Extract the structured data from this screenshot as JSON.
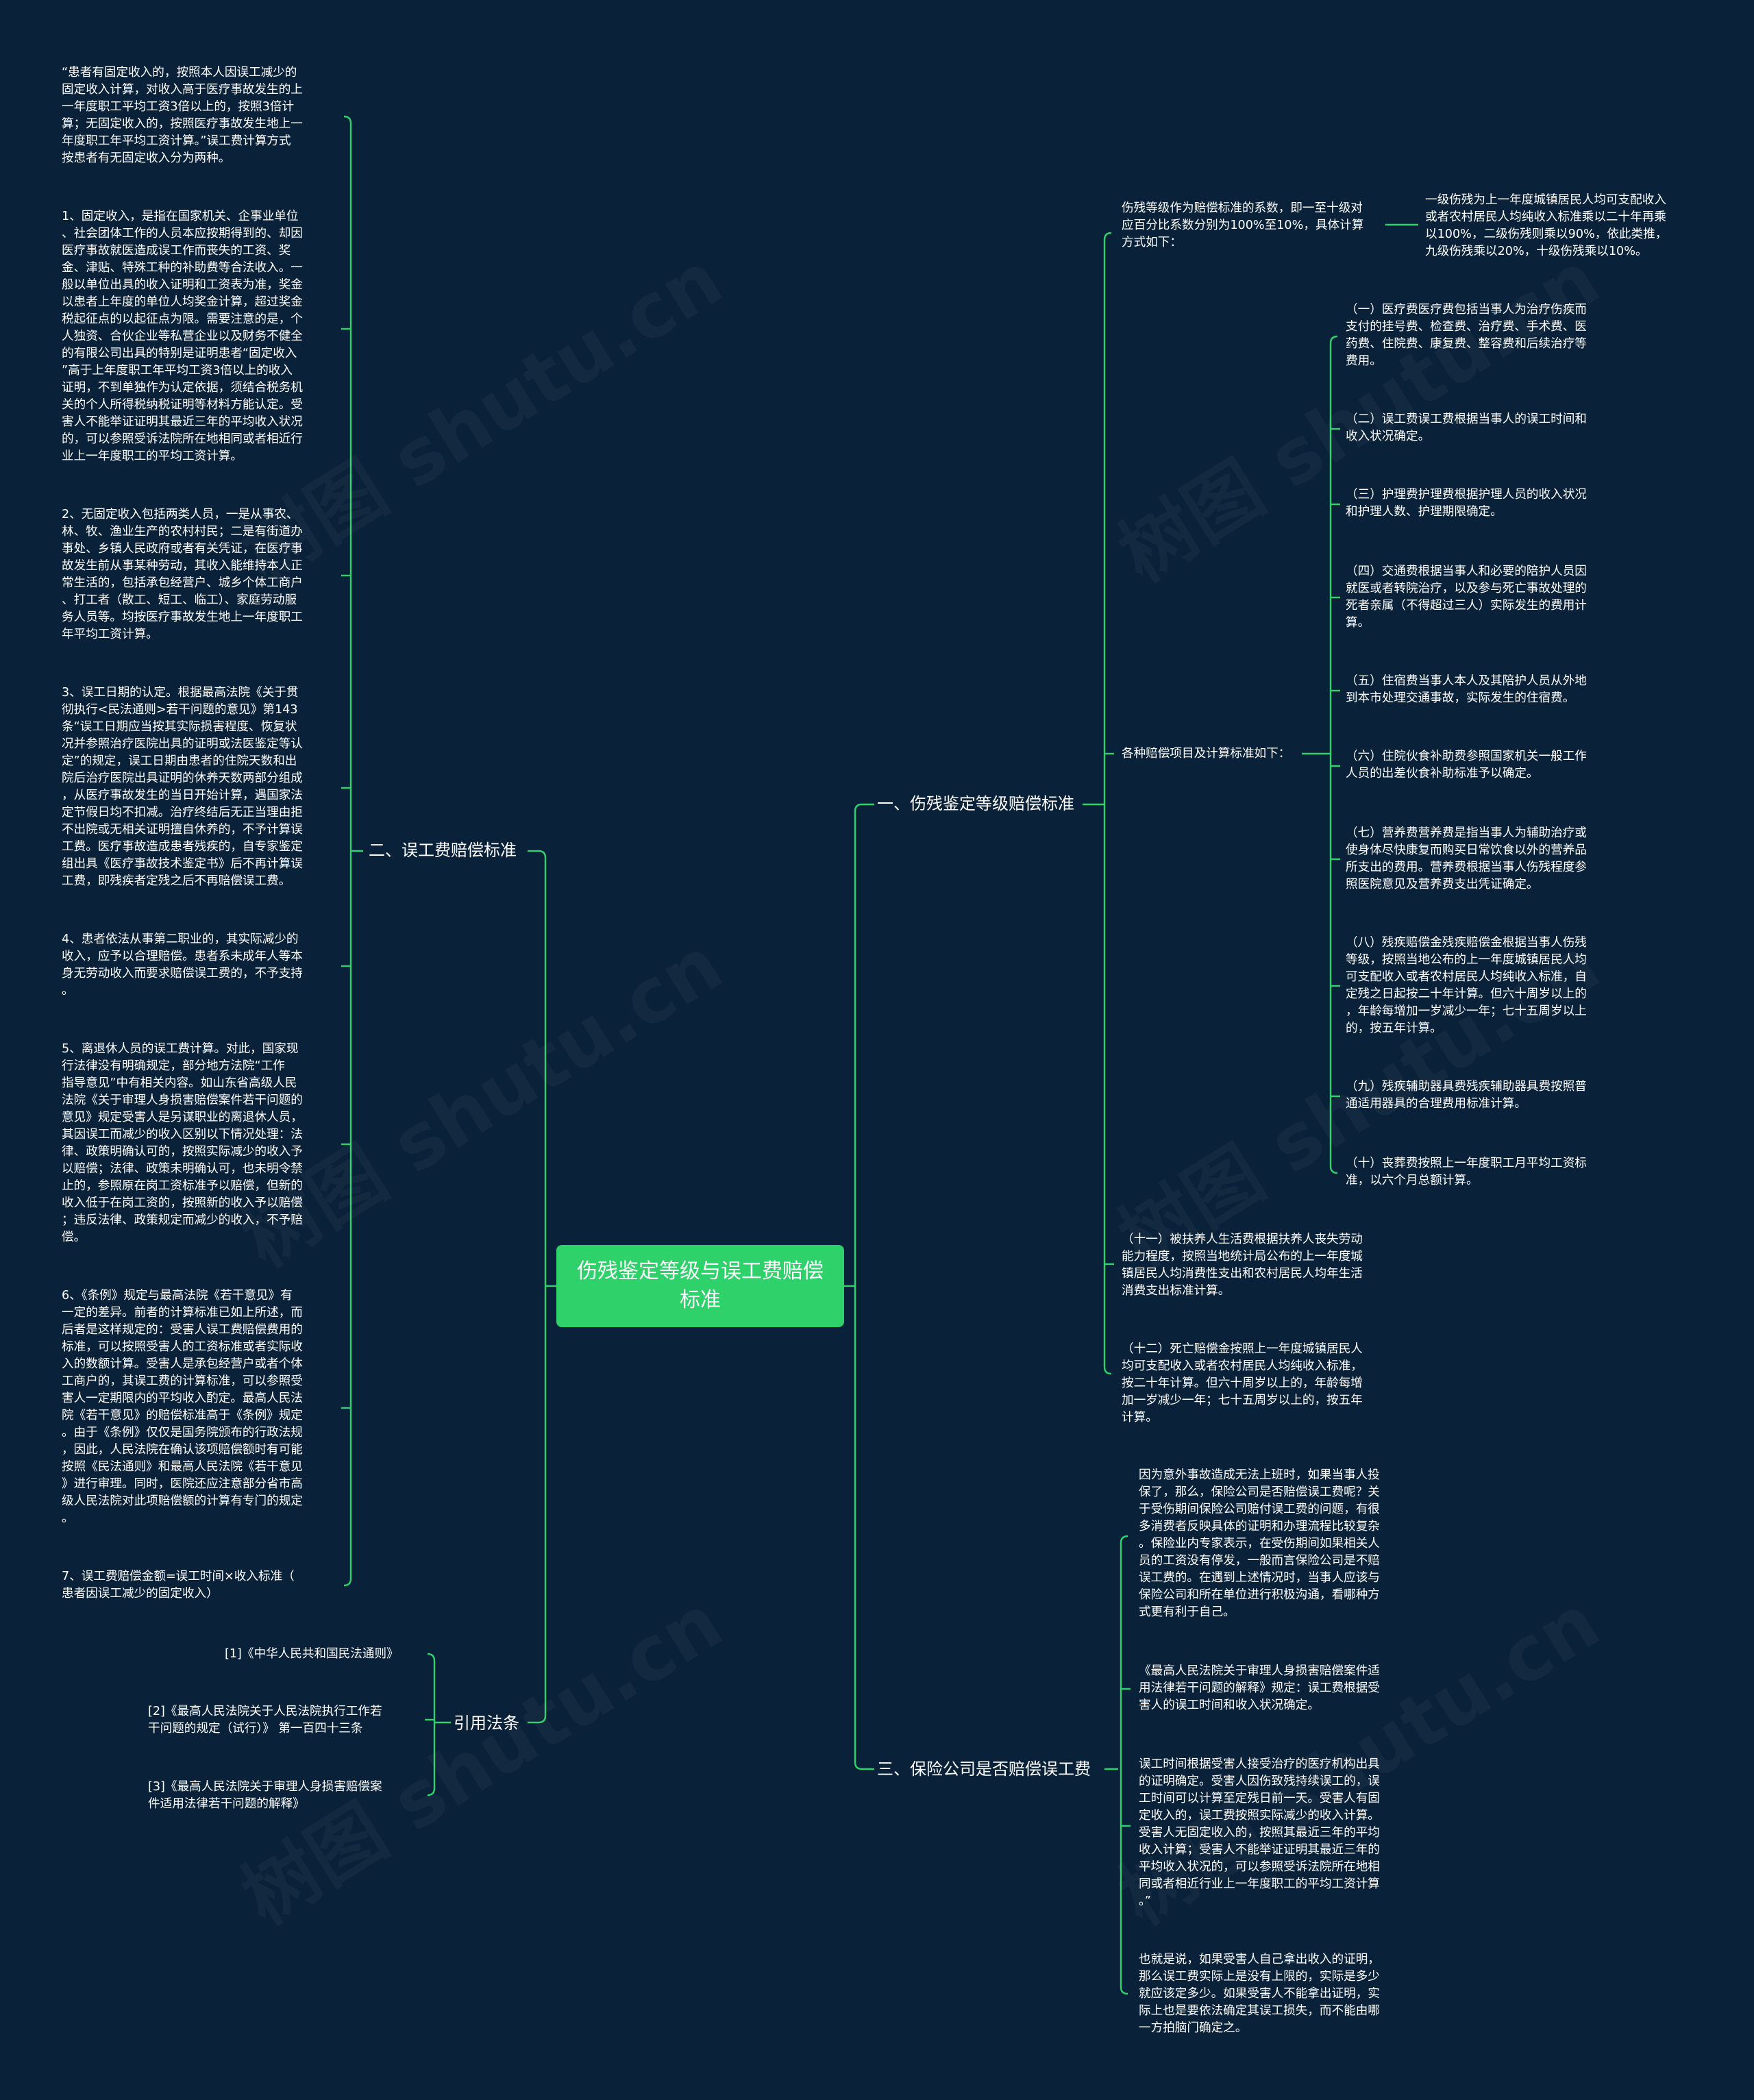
{
  "center": {
    "title": "伤残鉴定等级与误工费赔偿标准"
  },
  "watermark": "树图 shutu.cn",
  "colors": {
    "background": "#0a2239",
    "line": "#2fd16a",
    "center": "#2fd16a",
    "text": "#ffffff"
  },
  "branches": {
    "b1": "一、伤残鉴定等级赔偿标准",
    "b2": "二、误工费赔偿标准",
    "b3": "三、保险公司是否赔偿误工费",
    "b4": "引用法条"
  },
  "b1": {
    "grade": "伤残等级作为赔偿标准的系数，即一至十级对\n应百分比系数分别为100%至10%，具体计算\n方式如下：",
    "grade_detail": "一级伤残为上一年度城镇居民人均可支配收入\n或者农村居民人均纯收入标准乘以二十年再乘\n以100%，二级伤残则乘以90%，依此类推，\n九级伤残乘以20%，十级伤残乘以10%。",
    "items_head": "各种赔偿项目及计算标准如下：",
    "items": [
      "（一）医疗费医疗费包括当事人为治疗伤疾而\n支付的挂号费、检查费、治疗费、手术费、医\n药费、住院费、康复费、整容费和后续治疗等\n费用。",
      "（二）误工费误工费根据当事人的误工时间和\n收入状况确定。",
      "（三）护理费护理费根据护理人员的收入状况\n和护理人数、护理期限确定。",
      "（四）交通费根据当事人和必要的陪护人员因\n就医或者转院治疗，以及参与死亡事故处理的\n死者亲属（不得超过三人）实际发生的费用计\n算。",
      "（五）住宿费当事人本人及其陪护人员从外地\n到本市处理交通事故，实际发生的住宿费。",
      "（六）住院伙食补助费参照国家机关一般工作\n人员的出差伙食补助标准予以确定。",
      "（七）营养费营养费是指当事人为辅助治疗或\n使身体尽快康复而购买日常饮食以外的营养品\n所支出的费用。营养费根据当事人伤残程度参\n照医院意见及营养费支出凭证确定。",
      "（八）残疾赔偿金残疾赔偿金根据当事人伤残\n等级，按照当地公布的上一年度城镇居民人均\n可支配收入或者农村居民人均纯收入标准，自\n定残之日起按二十年计算。但六十周岁以上的\n，年龄每增加一岁减少一年；七十五周岁以上\n的，按五年计算。",
      "（九）残疾辅助器具费残疾辅助器具费按照普\n通适用器具的合理费用标准计算。",
      "（十）丧葬费按照上一年度职工月平均工资标\n准，以六个月总额计算。"
    ],
    "item11": "（十一）被扶养人生活费根据扶养人丧失劳动\n能力程度，按照当地统计局公布的上一年度城\n镇居民人均消费性支出和农村居民人均年生活\n消费支出标准计算。",
    "item12": "（十二）死亡赔偿金按照上一年度城镇居民人\n均可支配收入或者农村居民人均纯收入标准，\n按二十年计算。但六十周岁以上的，年龄每增\n加一岁减少一年；七十五周岁以上的，按五年\n计算。"
  },
  "b2": {
    "items": [
      "“患者有固定收入的，按照本人因误工减少的\n固定收入计算，对收入高于医疗事故发生的上\n一年度职工平均工资3倍以上的，按照3倍计\n算；无固定收入的，按照医疗事故发生地上一\n年度职工年平均工资计算。”误工费计算方式\n按患者有无固定收入分为两种。",
      "1、固定收入，是指在国家机关、企事业单位\n、社会团体工作的人员本应按期得到的、却因\n医疗事故就医造成误工作而丧失的工资、奖\n金、津贴、特殊工种的补助费等合法收入。一\n般以单位出具的收入证明和工资表为准，奖金\n以患者上年度的单位人均奖金计算，超过奖金\n税起征点的以起征点为限。需要注意的是，个\n人独资、合伙企业等私营企业以及财务不健全\n的有限公司出具的特别是证明患者“固定收入\n”高于上年度职工年平均工资3倍以上的收入\n证明，不到单独作为认定依据，须结合税务机\n关的个人所得税纳税证明等材料方能认定。受\n害人不能举证证明其最近三年的平均收入状况\n的，可以参照受诉法院所在地相同或者相近行\n业上一年度职工的平均工资计算。",
      "2、无固定收入包括两类人员，一是从事农、\n林、牧、渔业生产的农村村民；二是有街道办\n事处、乡镇人民政府或者有关凭证，在医疗事\n故发生前从事某种劳动，其收入能维持本人正\n常生活的，包括承包经营户、城乡个体工商户\n、打工者（散工、短工、临工）、家庭劳动服\n务人员等。均按医疗事故发生地上一年度职工\n年平均工资计算。",
      "3、误工日期的认定。根据最高法院《关于贯\n彻执行<民法通则>若干问题的意见》第143\n条“误工日期应当按其实际损害程度、恢复状\n况并参照治疗医院出具的证明或法医鉴定等认\n定”的规定，误工日期由患者的住院天数和出\n院后治疗医院出具证明的休养天数两部分组成\n，从医疗事故发生的当日开始计算，遇国家法\n定节假日均不扣减。治疗终结后无正当理由拒\n不出院或无相关证明擅自休养的，不予计算误\n工费。医疗事故造成患者残疾的，自专家鉴定\n组出具《医疗事故技术鉴定书》后不再计算误\n工费，即残疾者定残之后不再赔偿误工费。",
      "4、患者依法从事第二职业的，其实际减少的\n收入，应予以合理赔偿。患者系未成年人等本\n身无劳动收入而要求赔偿误工费的，不予支持\n。",
      "5、离退休人员的误工费计算。对此，国家现\n行法律没有明确规定，部分地方法院“工作\n指导意见”中有相关内容。如山东省高级人民\n法院《关于审理人身损害赔偿案件若干问题的\n意见》规定受害人是另谋职业的离退休人员，\n其因误工而减少的收入区别以下情况处理：法\n律、政策明确认可的，按照实际减少的收入予\n以赔偿；法律、政策未明确认可，也未明令禁\n止的，参照原在岗工资标准予以赔偿，但新的\n收入低于在岗工资的，按照新的收入予以赔偿\n；违反法律、政策规定而减少的收入，不予赔\n偿。",
      "6、《条例》规定与最高法院《若干意见》有\n一定的差异。前者的计算标准已如上所述，而\n后者是这样规定的：受害人误工费赔偿费用的\n标准，可以按照受害人的工资标准或者实际收\n入的数额计算。受害人是承包经营户或者个体\n工商户的，其误工费的计算标准，可以参照受\n害人一定期限内的平均收入酌定。最高人民法\n院《若干意见》的赔偿标准高于《条例》规定\n。由于《条例》仅仅是国务院颁布的行政法规\n，因此，人民法院在确认该项赔偿额时有可能\n按照《民法通则》和最高人民法院《若干意见\n》进行审理。同时，医院还应注意部分省市高\n级人民法院对此项赔偿额的计算有专门的规定\n。",
      "7、误工费赔偿金额=误工时间×收入标准（\n患者因误工减少的固定收入）"
    ]
  },
  "b3": {
    "items": [
      "因为意外事故造成无法上班时，如果当事人投\n保了，那么，保险公司是否赔偿误工费呢？关\n于受伤期间保险公司赔付误工费的问题，有很\n多消费者反映具体的证明和办理流程比较复杂\n。保险业内专家表示，在受伤期间如果相关人\n员的工资没有停发，一般而言保险公司是不赔\n误工费的。在遇到上述情况时，当事人应该与\n保险公司和所在单位进行积极沟通，看哪种方\n式更有利于自己。",
      "《最高人民法院关于审理人身损害赔偿案件适\n用法律若干问题的解释》规定：误工费根据受\n害人的误工时间和收入状况确定。",
      "误工时间根据受害人接受治疗的医疗机构出具\n的证明确定。受害人因伤致残持续误工的，误\n工时间可以计算至定残日前一天。受害人有固\n定收入的，误工费按照实际减少的收入计算。\n受害人无固定收入的，按照其最近三年的平均\n收入计算；受害人不能举证证明其最近三年的\n平均收入状况的，可以参照受诉法院所在地相\n同或者相近行业上一年度职工的平均工资计算\n。”",
      "也就是说，如果受害人自己拿出收入的证明，\n那么误工费实际上是没有上限的，实际是多少\n就应该定多少。如果受害人不能拿出证明，实\n际上也是要依法确定其误工损失，而不能由哪\n一方拍脑门确定之。"
    ]
  },
  "b4": {
    "items": [
      "[1]《中华人民共和国民法通则》",
      "[2]《最高人民法院关于人民法院执行工作若\n干问题的规定（试行）》 第一百四十三条",
      "[3]《最高人民法院关于审理人身损害赔偿案\n件适用法律若干问题的解释》"
    ]
  }
}
